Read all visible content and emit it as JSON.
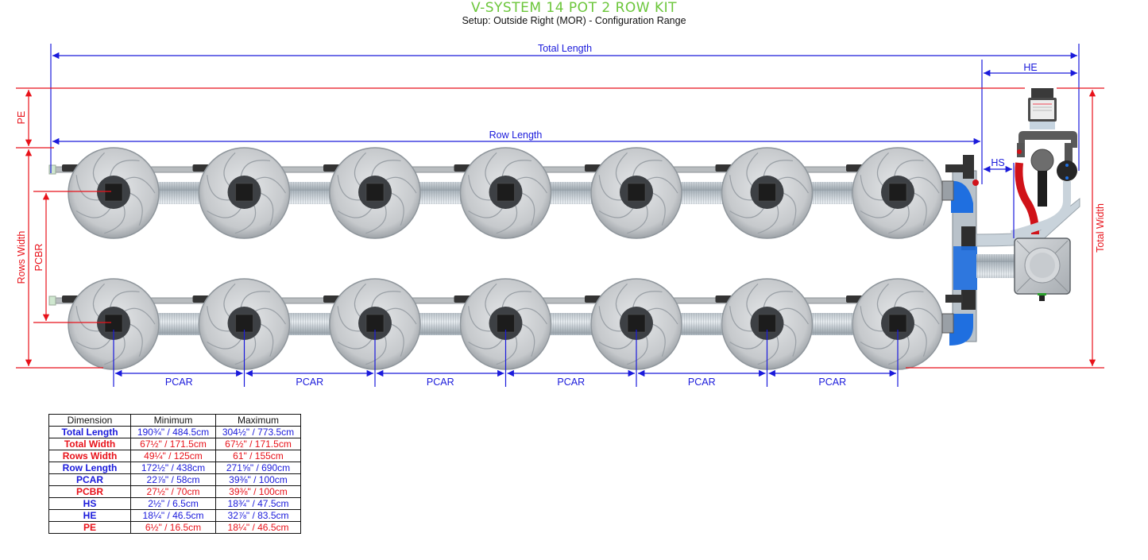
{
  "title": "V-SYSTEM 14 POT 2 ROW KIT",
  "subtitle": "Setup: Outside Right (MOR) - Configuration Range",
  "colors": {
    "title_green": "#6bc63a",
    "dimension_blue": "#1a1adb",
    "dimension_red": "#e8121a"
  },
  "diagram": {
    "pots_per_row": 7,
    "rows": 2,
    "labels": {
      "total_length": "Total Length",
      "row_length": "Row Length",
      "he": "HE",
      "hs": "HS",
      "pe": "PE",
      "rows_width": "Rows Width",
      "pcbr": "PCBR",
      "total_width": "Total Width",
      "pcar": [
        "PCAR",
        "PCAR",
        "PCAR",
        "PCAR",
        "PCAR",
        "PCAR"
      ]
    },
    "components": {
      "pot": "pot-icon",
      "brain_tank": "brain-tank-icon",
      "pump_controller": "pump-controller-icon",
      "manifold": "manifold-pipe-icon"
    }
  },
  "table": {
    "headers": [
      "Dimension",
      "Minimum",
      "Maximum"
    ],
    "rows": [
      {
        "dimension": "Total Length",
        "min": "190¾\" / 484.5cm",
        "max": "304½\" / 773.5cm",
        "color": "blue"
      },
      {
        "dimension": "Total Width",
        "min": "67½\" / 171.5cm",
        "max": "67½\" / 171.5cm",
        "color": "red"
      },
      {
        "dimension": "Rows Width",
        "min": "49¼\" / 125cm",
        "max": "61\" / 155cm",
        "color": "red"
      },
      {
        "dimension": "Row Length",
        "min": "172½\" / 438cm",
        "max": "271⅝\" / 690cm",
        "color": "blue"
      },
      {
        "dimension": "PCAR",
        "min": "22⅞\" / 58cm",
        "max": "39⅜\" / 100cm",
        "color": "blue"
      },
      {
        "dimension": "PCBR",
        "min": "27½\" / 70cm",
        "max": "39⅜\" / 100cm",
        "color": "red"
      },
      {
        "dimension": "HS",
        "min": "2½\" / 6.5cm",
        "max": "18¾\" / 47.5cm",
        "color": "blue"
      },
      {
        "dimension": "HE",
        "min": "18¼\" / 46.5cm",
        "max": "32⅞\" / 83.5cm",
        "color": "blue"
      },
      {
        "dimension": "PE",
        "min": "6½\" / 16.5cm",
        "max": "18¼\" / 46.5cm",
        "color": "red"
      }
    ]
  }
}
